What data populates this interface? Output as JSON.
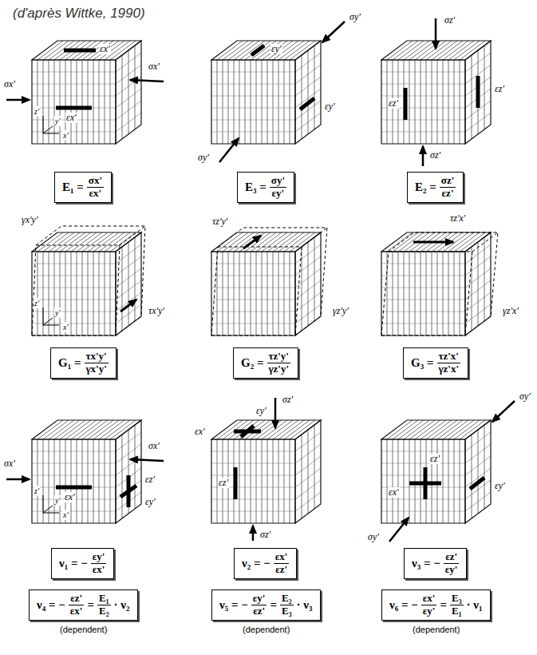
{
  "diagram": {
    "title": "(d'après Wittke, 1990)",
    "nodes": [
      {
        "text": [
          "E₁ =",
          "σx'",
          "εx'"
        ]
      },
      {
        "text": [
          "E₃ =",
          "σy'",
          "εy'"
        ]
      },
      {
        "text": [
          "E₂ =",
          "σz'",
          "εz'"
        ]
      },
      {
        "text": [
          "G₁ =",
          "τx'y'",
          "γx'y'"
        ]
      },
      {
        "text": [
          "G₂ =",
          "τz'y'",
          "γz'y'"
        ]
      },
      {
        "text": [
          "G₃ =",
          "τz'x'",
          "γz'x'"
        ]
      },
      {
        "text": [
          "ν₁ = −",
          "εy'",
          "εx'"
        ]
      },
      {
        "text": [
          "ν₂ = −",
          "εx'",
          "εz'"
        ]
      },
      {
        "text": [
          "ν₃ = −",
          "εz'",
          "εy'"
        ]
      },
      {
        "text": [
          "ν₄ = −",
          "εz'",
          "εx'",
          "=",
          "E₁",
          "E₂",
          "· ν₂"
        ]
      },
      {
        "text": [
          "ν₅ = −",
          "εy'",
          "εz'",
          "=",
          "E₂",
          "E₃",
          "· ν₃"
        ]
      },
      {
        "text": [
          "ν₆ = −",
          "εx'",
          "εy'",
          "=",
          "E₃",
          "E₁",
          "· ν₁"
        ]
      }
    ],
    "labels": [
      "σx'",
      "σx'",
      "εx'",
      "εx'",
      "z'",
      "y'",
      "x'",
      "σy'",
      "σy'",
      "εy'",
      "εy'",
      "σz'",
      "σz'",
      "εz'",
      "εz'",
      "τx'y'",
      "γx'y'",
      "z'",
      "y'",
      "x'",
      "τz'y'",
      "γz'y'",
      "τz'x'",
      "γz'x'",
      "σx'",
      "σx'",
      "εx'",
      "εz'",
      "εy'",
      "z'",
      "y'",
      "x'",
      "σz'",
      "σz'",
      "εx'",
      "εy'",
      "εz'",
      "σy'",
      "σy'",
      "εz'",
      "εx'",
      "εy'",
      "(dependent)",
      "(dependent)",
      "(dependent)"
    ]
  }
}
